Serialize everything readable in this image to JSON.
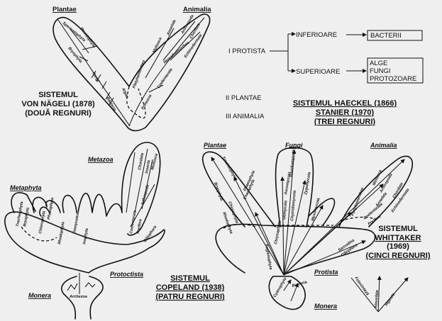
{
  "nageli": {
    "kingdom_plantae": "Plantae",
    "kingdom_animalia": "Animalia",
    "branches": [
      "Spermatophyta",
      "Pteridophyta",
      "Bryophyta",
      "Fungi",
      "Bacteria",
      "Algae",
      "Platyhelminthes",
      "Mollusca",
      "Annelida",
      "Arthropoda",
      "Chordata",
      "Nemathelminthes",
      "Echinodermata",
      "Coelenterata",
      "Protozoa"
    ],
    "title_line1": "SISTEMUL",
    "title_line2": "VON NÄGELI (1878)",
    "title_line3": "(DOUĂ REGNURI)"
  },
  "haeckel": {
    "protista": "I PROTISTA",
    "inferioare": "INFERIOARE",
    "superioare": "SUPERIOARE",
    "bacterii": "BACTERII",
    "superior_groups": [
      "ALGE",
      "FUNGI",
      "PROTOZOARE"
    ],
    "plantae": "II PLANTAE",
    "animalia": "III ANIMALIA",
    "title_line1": "SISTEMUL HAECKEL (1866)",
    "title_line2": "STANIER (1970)",
    "title_line3": "(TREI REGNURI)"
  },
  "copeland": {
    "metaphyta": "Metaphyta",
    "metazoa": "Metazoa",
    "protoctista": "Protoctista",
    "monera": "Monera",
    "archezoa": "Archezoa",
    "branches": [
      "Tracheophyta",
      "Bryophyta",
      "Chlorophyta",
      "Phaeophyta",
      "Rhodophyta",
      "Oomycetes",
      "Inophyta",
      "Chordata",
      "Insecta",
      "Mollusca",
      "Arthropoda",
      "Coelenterata",
      "Porifera",
      "Ciliophora"
    ],
    "title_line1": "SISTEMUL",
    "title_line2": "COPELAND (1938)",
    "title_line3": "(PATRU REGNURI)"
  },
  "whittaker": {
    "plantae": "Plantae",
    "fungi": "Fungi",
    "animalia": "Animalia",
    "protista": "Protista",
    "monera": "Monera",
    "branches": [
      "Tracheophyta",
      "Bryophyta",
      "Phaeophyta",
      "Charophyta",
      "Chlorophyta",
      "Rhodophyta",
      "Ascomycota",
      "Basidiomycota",
      "Zygomycota",
      "Oomycota",
      "Chytridiomycota",
      "Myxomycota",
      "Chrysophyta",
      "Euglenophyta",
      "Sarcodina",
      "Ciliophora",
      "Mollusca",
      "Arthropoda",
      "Annelida",
      "Chordata",
      "Echinodermata",
      "Platyhelminthes",
      "Coelenterata",
      "Porifera",
      "Bacteria",
      "Cyanophyta"
    ],
    "nutrition_modes": [
      "Fotosinteză",
      "Absorbţie",
      "Ingestie"
    ],
    "title_line1": "SISTEMUL",
    "title_line2": "WHITTAKER",
    "title_line3": "(1969)",
    "title_line4": "(CINCI REGNURI)"
  }
}
